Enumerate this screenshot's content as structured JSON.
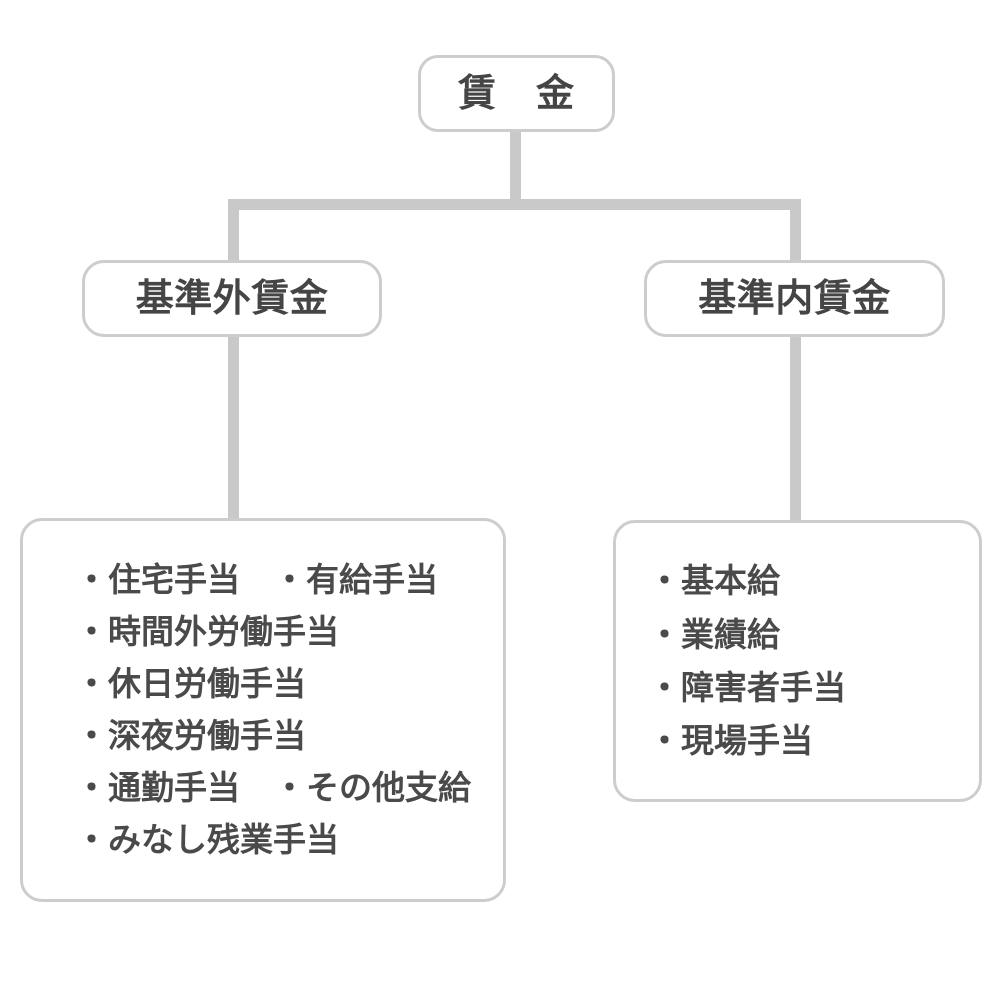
{
  "diagram": {
    "title_node": {
      "label": "賃　金"
    },
    "branches": [
      {
        "id": "hijun-gai",
        "label": "基準外賃金",
        "items": [
          "・住宅手当　・有給手当",
          "・時間外労働手当",
          "・休日労働手当",
          "・深夜労働手当",
          "・通勤手当　・その他支給",
          "・みなし残業手当"
        ]
      },
      {
        "id": "hijun-nai",
        "label": "基準内賃金",
        "items": [
          "・基本給",
          "・業績給",
          "・障害者手当",
          "・現場手当"
        ]
      }
    ],
    "colors": {
      "text": "#454545",
      "border": "#cdcdcd",
      "connector": "#c9c9c9",
      "background": "#ffffff"
    }
  }
}
